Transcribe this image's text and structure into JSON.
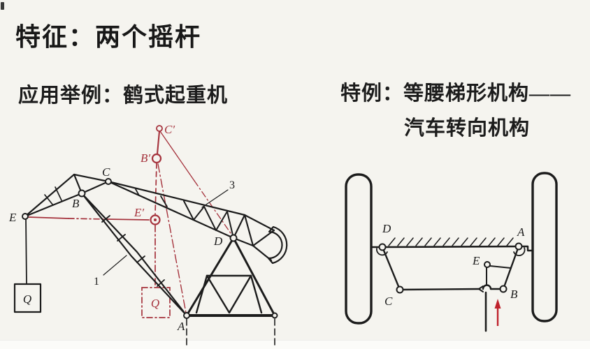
{
  "slide": {
    "title": "特征：两个摇杆",
    "left": {
      "heading": "应用举例：鹤式起重机"
    },
    "right": {
      "heading_line1": "特例：等腰梯形机构——",
      "heading_line2": "汽车转向机构"
    }
  },
  "crane": {
    "labels": {
      "E": "E",
      "B": "B",
      "C": "C",
      "D": "D",
      "A": "A",
      "Q": "Q"
    },
    "phantom_labels": {
      "C_prime": "C′",
      "B_prime": "B′",
      "E_prime": "E′",
      "Q": "Q"
    },
    "part_numbers": {
      "link1": "1",
      "link3": "3"
    }
  },
  "steering": {
    "labels": {
      "D": "D",
      "A": "A",
      "C": "C",
      "B": "B",
      "E": "E"
    }
  },
  "colors": {
    "ink": "#1c1c1c",
    "phantom_red": "#a5323c",
    "arrow_red": "#bf222c",
    "background": "#f5f4ef"
  }
}
